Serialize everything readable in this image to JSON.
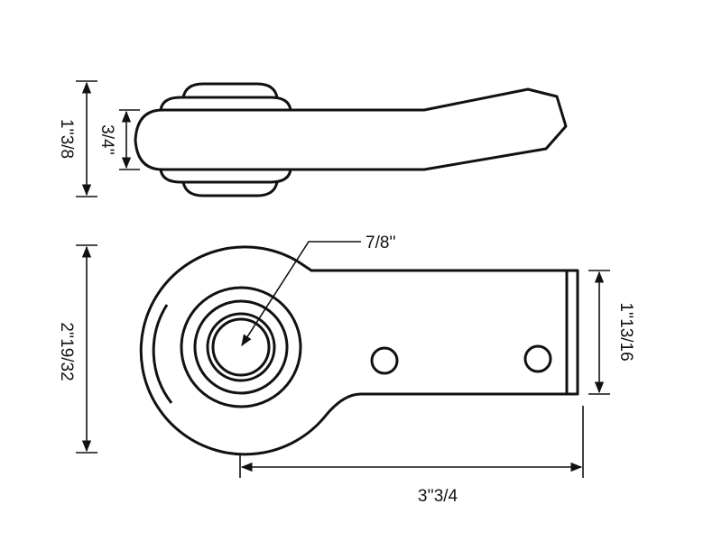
{
  "dimensions": {
    "top_height_outer": "1''3/8",
    "top_height_inner": "3/4''",
    "eye_diameter": "7/8''",
    "arm_width": "1''13/16",
    "eye_height": "2''19/32",
    "total_length": "3''3/4"
  },
  "colors": {
    "line": "#111111",
    "background": "#ffffff"
  }
}
